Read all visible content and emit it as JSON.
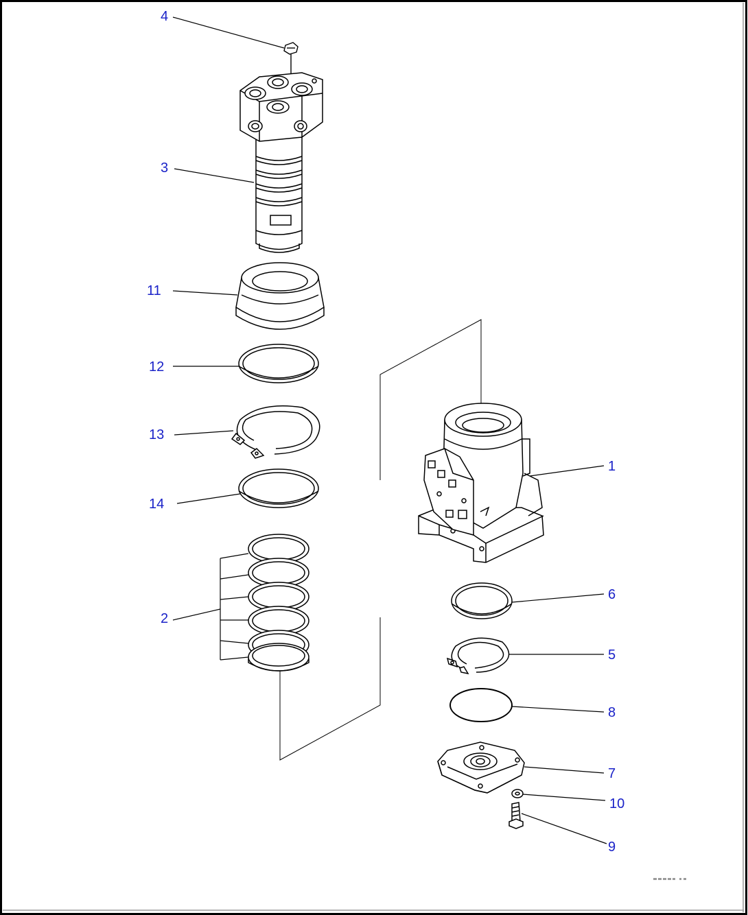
{
  "diagram": {
    "type": "exploded-parts-view",
    "callout_color": "#1a22c8",
    "line_color": "#000000"
  },
  "callouts": {
    "c1": "1",
    "c2": "2",
    "c3": "3",
    "c4": "4",
    "c5": "5",
    "c6": "6",
    "c7": "7",
    "c8": "8",
    "c9": "9",
    "c10": "10",
    "c11": "11",
    "c12": "12",
    "c13": "13",
    "c14": "14"
  }
}
